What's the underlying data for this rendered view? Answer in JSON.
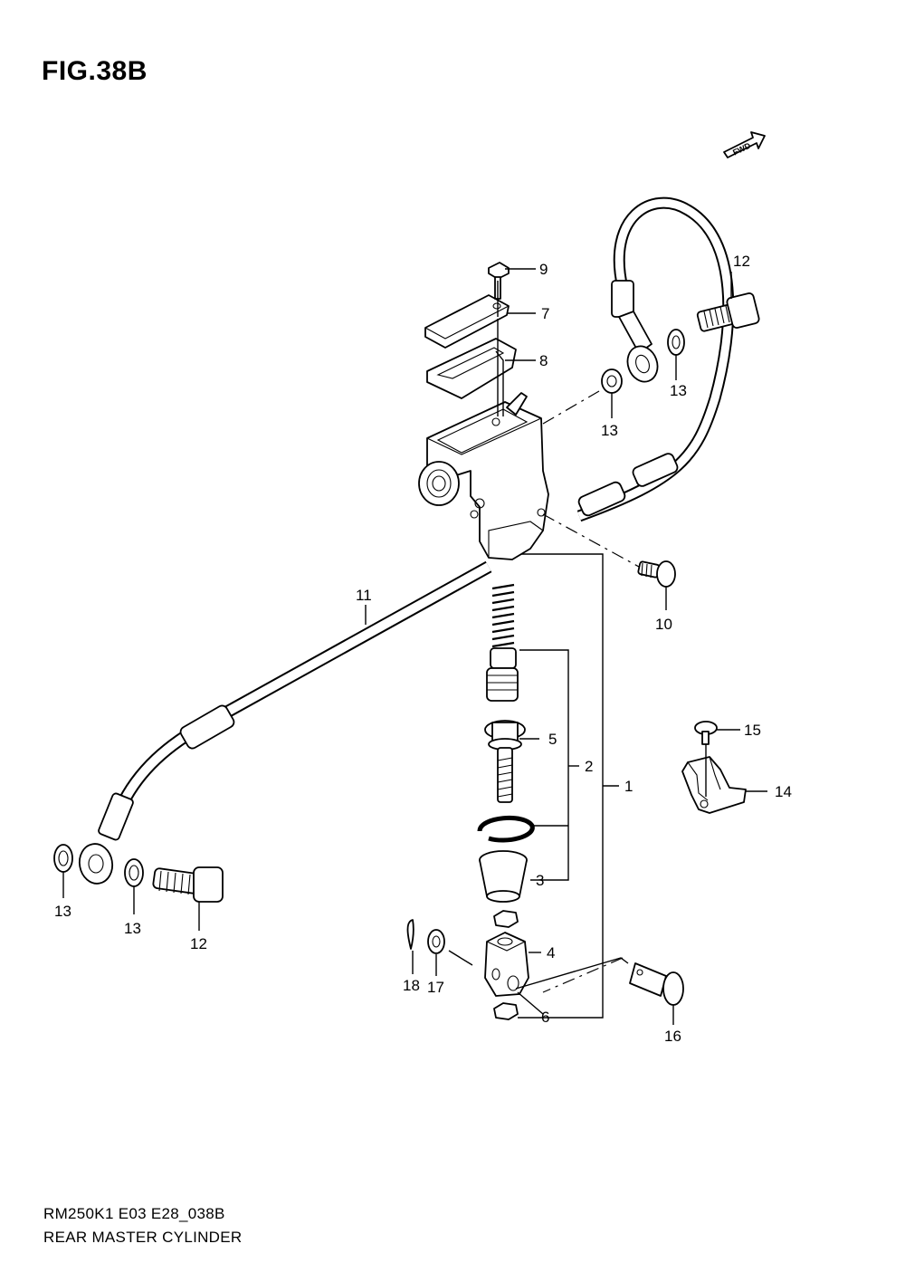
{
  "figure": {
    "title": "FIG.38B",
    "fwd_label": "FWD"
  },
  "footer": {
    "code": "RM250K1 E03 E28_038B",
    "name": "REAR MASTER CYLINDER"
  },
  "callouts": [
    "1",
    "2",
    "3",
    "4",
    "5",
    "6",
    "7",
    "8",
    "9",
    "10",
    "11",
    "12",
    "12",
    "13",
    "13",
    "13",
    "13",
    "14",
    "15",
    "16",
    "17",
    "18"
  ]
}
